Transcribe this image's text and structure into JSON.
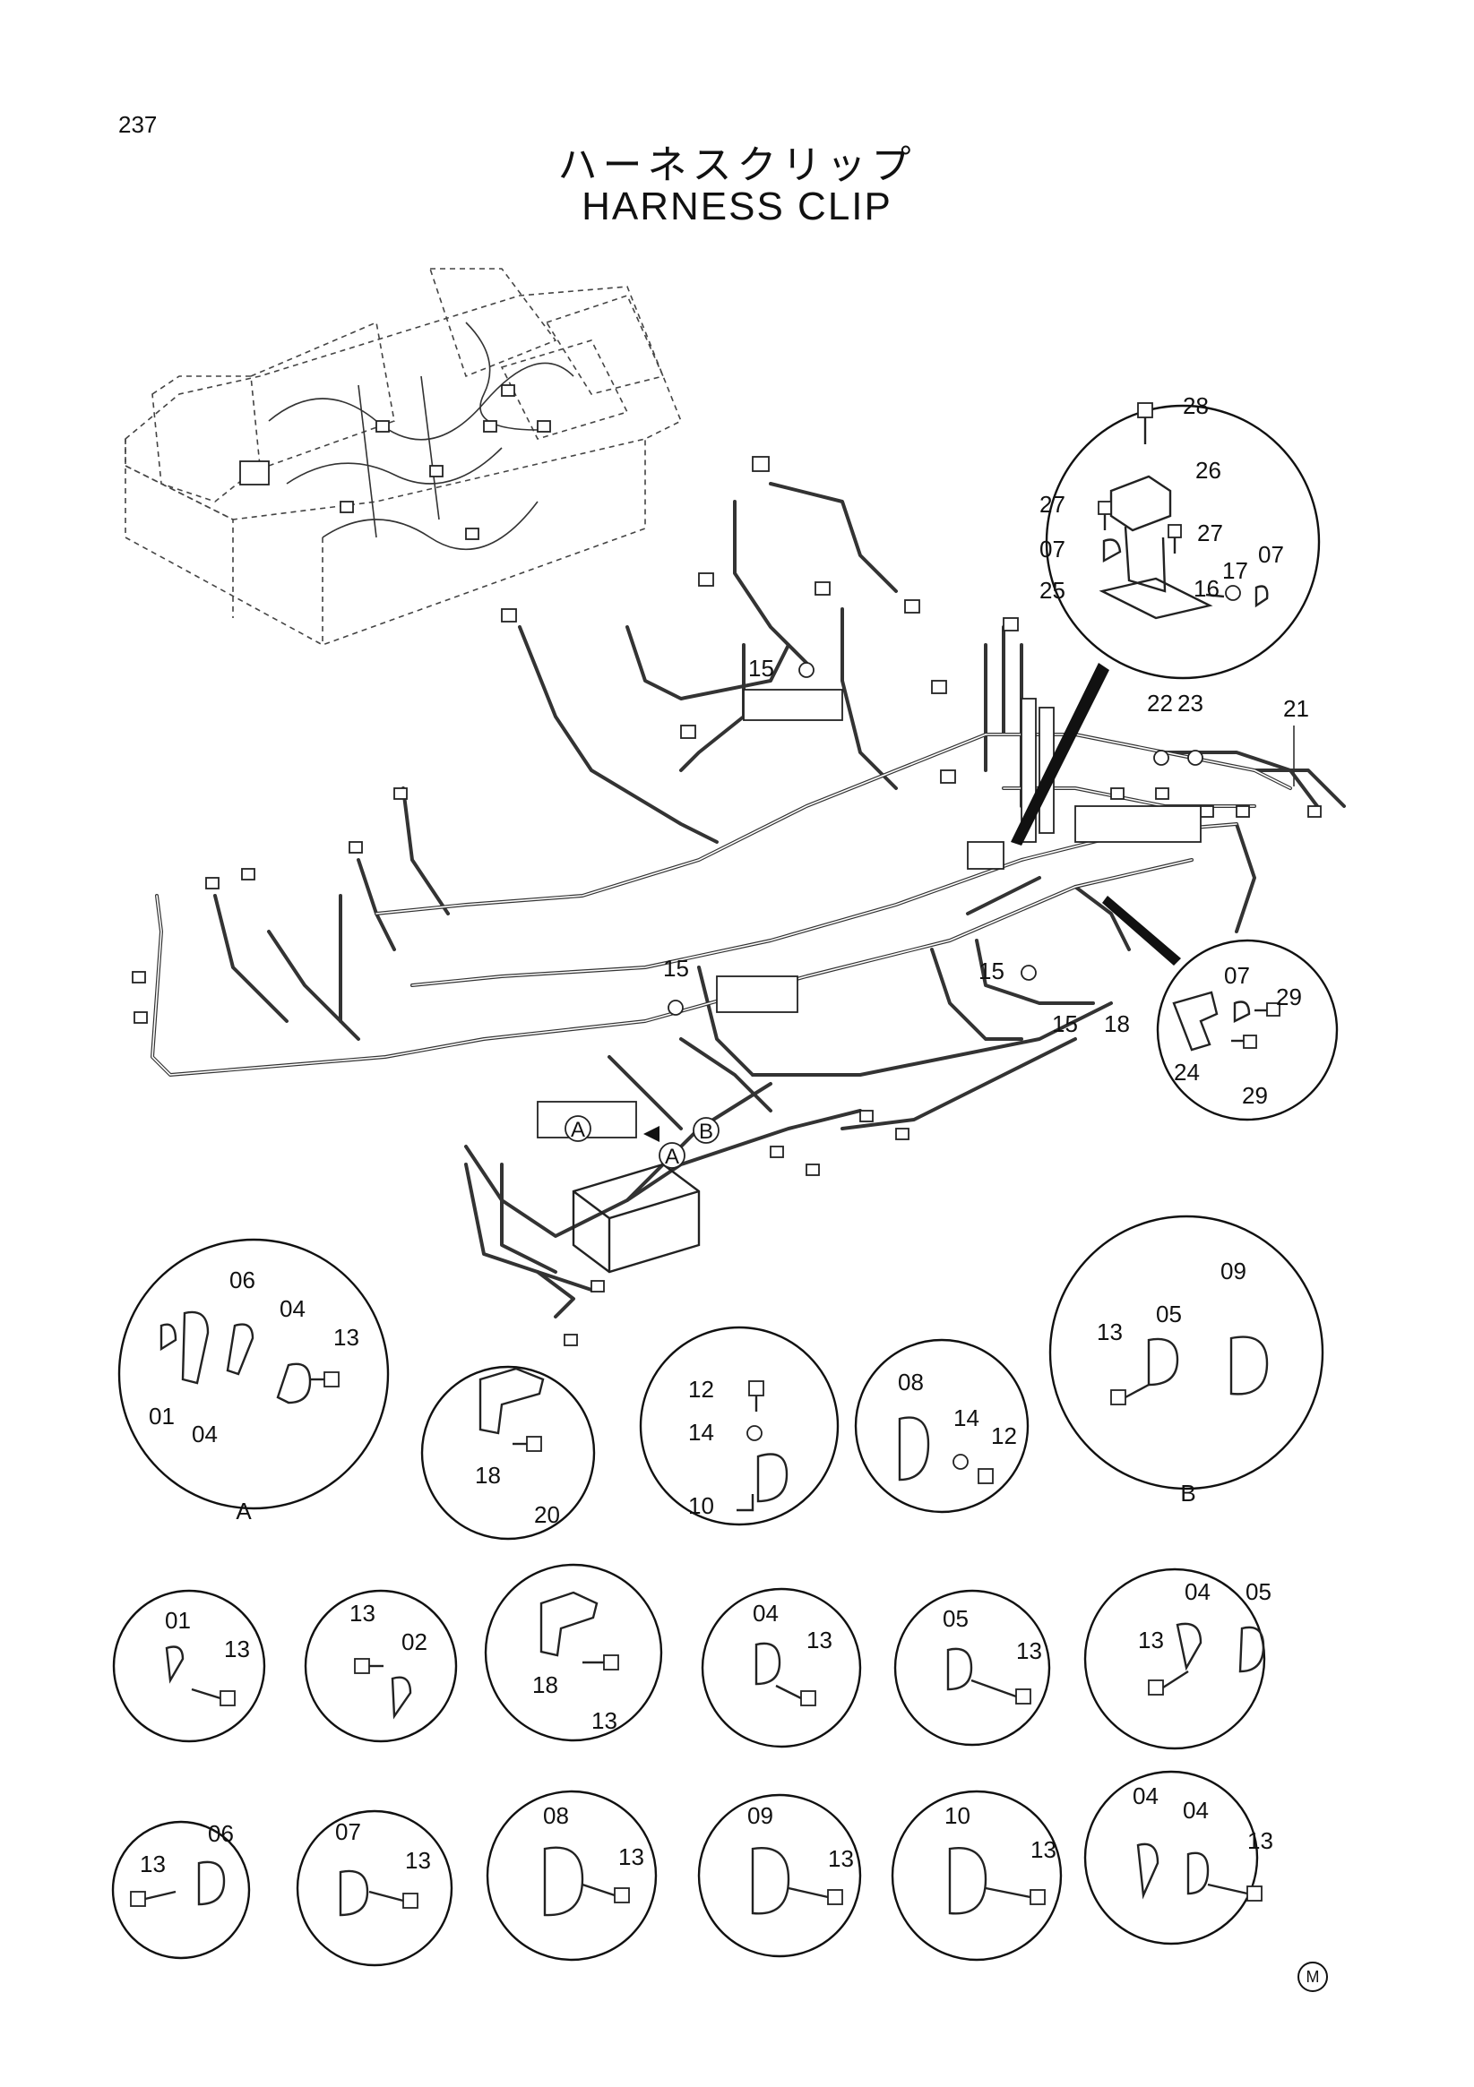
{
  "page_number": "237",
  "title_jp": "ハーネスクリップ",
  "title_en": "HARNESS CLIP",
  "corner_mark": "M",
  "main_callouts": [
    "15",
    "15",
    "15",
    "15",
    "18",
    "22",
    "23",
    "21"
  ],
  "top_detail": {
    "labels": [
      "28",
      "26",
      "27",
      "27",
      "07",
      "07",
      "25",
      "16",
      "17"
    ]
  },
  "right_detail": {
    "labels": [
      "07",
      "29",
      "24",
      "29"
    ]
  },
  "view_markers": [
    "A",
    "A",
    "B"
  ],
  "detail_A": {
    "view": "A",
    "labels": [
      "06",
      "04",
      "13",
      "01",
      "04"
    ]
  },
  "detail_18_20": {
    "labels": [
      "18",
      "20"
    ]
  },
  "detail_12_14_10": {
    "labels": [
      "12",
      "14",
      "10"
    ]
  },
  "detail_08_14_12": {
    "labels": [
      "08",
      "14",
      "12"
    ]
  },
  "detail_B": {
    "view": "B",
    "labels": [
      "09",
      "05",
      "13"
    ]
  },
  "row2": [
    {
      "labels": [
        "01",
        "13"
      ]
    },
    {
      "labels": [
        "13",
        "02"
      ]
    },
    {
      "labels": [
        "18",
        "13"
      ]
    },
    {
      "labels": [
        "04",
        "13"
      ]
    },
    {
      "labels": [
        "05",
        "13"
      ]
    },
    {
      "labels": [
        "04",
        "05",
        "13"
      ]
    }
  ],
  "row3": [
    {
      "labels": [
        "06",
        "13"
      ]
    },
    {
      "labels": [
        "07",
        "13"
      ]
    },
    {
      "labels": [
        "08",
        "13"
      ]
    },
    {
      "labels": [
        "09",
        "13"
      ]
    },
    {
      "labels": [
        "10",
        "13"
      ]
    },
    {
      "labels": [
        "04",
        "04",
        "13"
      ]
    }
  ]
}
